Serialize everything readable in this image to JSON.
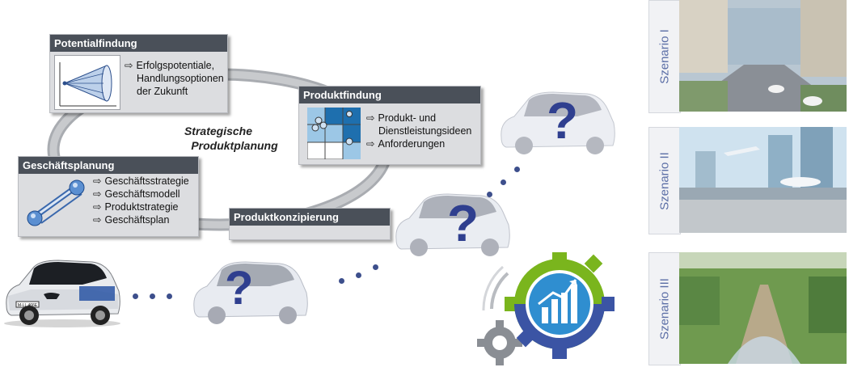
{
  "cycle": {
    "center_line1": "Strategische",
    "center_line2": "Produktplanung"
  },
  "panels": {
    "potentialfindung": {
      "title": "Potentialfindung",
      "lines": [
        "Erfolgspotentiale,",
        "Handlungsoptionen",
        "der Zukunft"
      ]
    },
    "produktfindung": {
      "title": "Produktfindung",
      "items": [
        "Produkt- und",
        "Dienstleistungsideen",
        "Anforderungen"
      ]
    },
    "geschaeftsplanung": {
      "title": "Geschäftsplanung",
      "items": [
        "Geschäftsstrategie",
        "Geschäftsmodell",
        "Produktstrategie",
        "Geschäftsplan"
      ]
    },
    "produktkonzipierung": {
      "title": "Produktkonzipierung"
    }
  },
  "arrow_glyph": "⇨",
  "car_plate": "M-LL 466E",
  "question_mark": "?",
  "scenarios": [
    "Szenario I",
    "Szenario II",
    "Szenario III"
  ],
  "colors": {
    "panel_header": "#4a5059",
    "panel_body": "#dcdde0",
    "dots": "#3d4f8c",
    "question": "#2f3f8f",
    "scenario_text": "#5b6ea6",
    "gear_green": "#7ab51d",
    "gear_blue": "#3b54a4",
    "gear_grey": "#8a8e94"
  }
}
